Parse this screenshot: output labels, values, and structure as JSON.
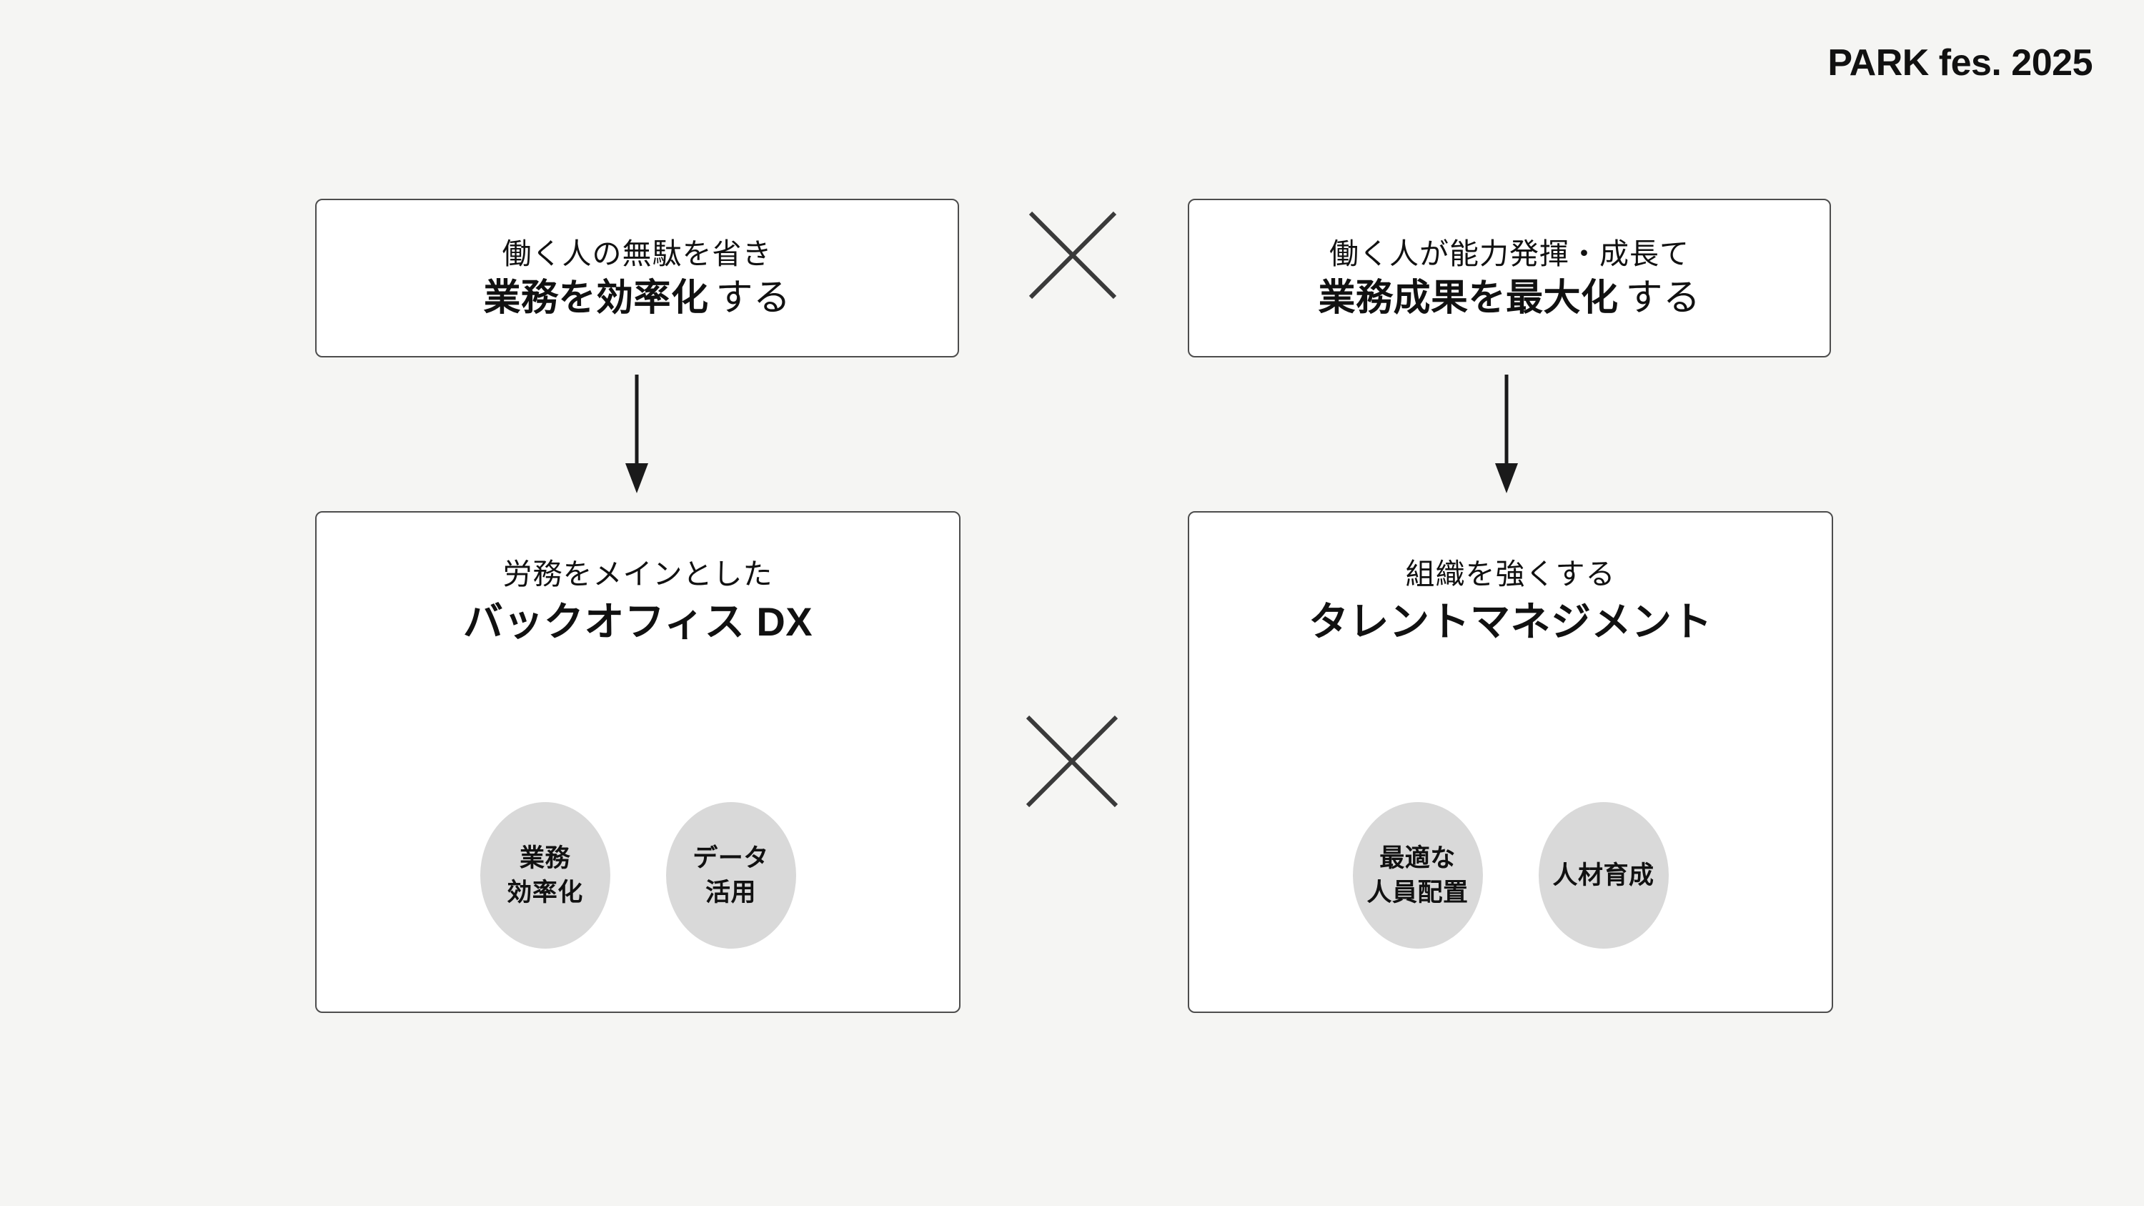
{
  "brand": {
    "logo_text": "PARK fes. 2025"
  },
  "colors": {
    "background": "#f5f5f3",
    "box_fill": "#ffffff",
    "box_border": "#4d4d4d",
    "circle_fill": "#d9d9d9",
    "text": "#111111",
    "cross_stroke": "#3a3a3a",
    "arrow_stroke": "#1a1a1a"
  },
  "statements": {
    "left": {
      "line1": "働く人の無駄を省き",
      "line2_strong": "業務を効率化",
      "line2_tail": "する"
    },
    "right": {
      "line1": "働く人が能力発揮・成長て",
      "line2_strong": "業務成果を最大化",
      "line2_tail": "する"
    }
  },
  "pillars": {
    "left": {
      "subtitle": "労務をメインとした",
      "title": "バックオフィス DX",
      "circles": [
        {
          "label": "業務\n効率化"
        },
        {
          "label": "データ\n活用"
        }
      ]
    },
    "right": {
      "subtitle": "組織を強くする",
      "title": "タレントマネジメント",
      "circles": [
        {
          "label": "最適な\n人員配置"
        },
        {
          "label": "人材育成"
        }
      ]
    }
  },
  "connectors": {
    "cross_top_label": "×",
    "cross_bottom_label": "×",
    "arrow_left_label": "↓",
    "arrow_right_label": "↓"
  }
}
